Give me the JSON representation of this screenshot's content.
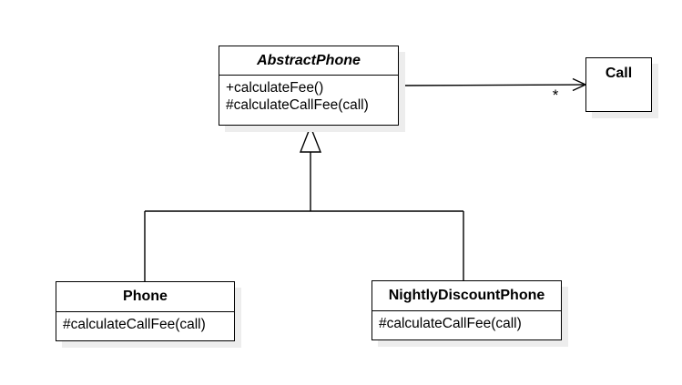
{
  "diagram": {
    "type": "uml-class-diagram",
    "background": "#ffffff",
    "stroke_color": "#000000",
    "box_fill": "#ffffff",
    "shadow_color": "#ededed",
    "classes": {
      "abstract_phone": {
        "name": "AbstractPhone",
        "abstract": true,
        "methods": [
          "+calculateFee()",
          "#calculateCallFee(call)"
        ]
      },
      "call": {
        "name": "Call",
        "methods": []
      },
      "phone": {
        "name": "Phone",
        "methods": [
          "#calculateCallFee(call)"
        ]
      },
      "nightly_discount_phone": {
        "name": "NightlyDiscountPhone",
        "methods": [
          "#calculateCallFee(call)"
        ]
      }
    },
    "relationships": {
      "association": {
        "type": "directed-association",
        "from": "AbstractPhone",
        "to": "Call",
        "target_multiplicity": "*"
      },
      "generalization_phone": {
        "type": "generalization",
        "from": "Phone",
        "to": "AbstractPhone"
      },
      "generalization_nightly": {
        "type": "generalization",
        "from": "NightlyDiscountPhone",
        "to": "AbstractPhone"
      }
    }
  }
}
